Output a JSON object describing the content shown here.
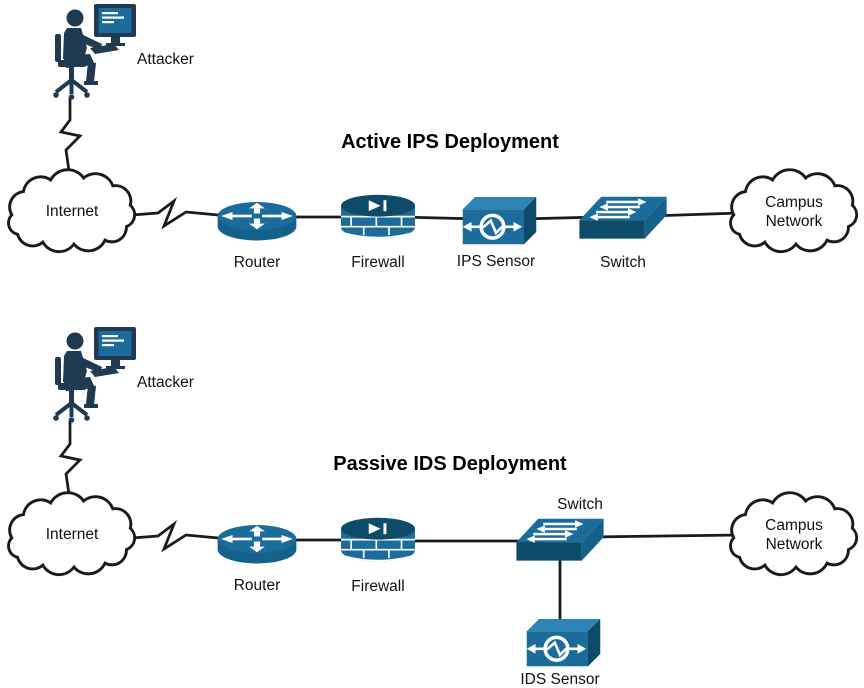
{
  "colors": {
    "device": "#1b6c9b",
    "device_mid": "#14618c",
    "device_dark": "#0e4b68",
    "device_light": "#2e84b5",
    "attacker": "#203a52",
    "line": "#1a1a1a",
    "text": "#111111",
    "screen_text": "#ffffff",
    "cloud_fill": "#ffffff"
  },
  "icons": {
    "attacker": "person-at-computer-icon",
    "internet": "cloud-icon",
    "router": "router-cylinder-icon",
    "firewall": "firewall-brick-cylinder-icon",
    "ips_sensor": "sensor-box-icon",
    "ids_sensor": "sensor-box-icon",
    "switch": "switch-3d-icon",
    "campus": "cloud-icon",
    "attack_link": "lightning-zigzag-link",
    "link": "straight-link"
  },
  "active_section": {
    "title": "Active IPS Deployment",
    "attacker_label": "Attacker",
    "internet_label": "Internet",
    "router_label": "Router",
    "firewall_label": "Firewall",
    "sensor_label": "IPS Sensor",
    "switch_label": "Switch",
    "campus_label": "Campus Network"
  },
  "passive_section": {
    "title": "Passive IDS Deployment",
    "attacker_label": "Attacker",
    "internet_label": "Internet",
    "router_label": "Router",
    "firewall_label": "Firewall",
    "switch_label": "Switch",
    "sensor_label": "IDS Sensor",
    "campus_label": "Campus Network"
  }
}
